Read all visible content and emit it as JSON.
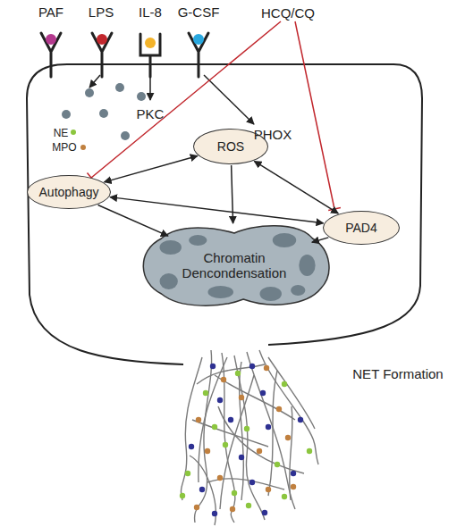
{
  "diagram": {
    "nodes": [
      {
        "text": [
          "Autophagy"
        ]
      },
      {
        "text": [
          "ROS"
        ]
      },
      {
        "text": [
          "PAD4"
        ]
      },
      {
        "text": [
          "Chromatin Dencondensation"
        ]
      }
    ],
    "edges": [
      {
        "from": 0,
        "to": 1,
        "arrow": "both"
      },
      {
        "from": 0,
        "to": 2,
        "arrow": "both"
      },
      {
        "from": 1,
        "to": 2,
        "arrow": "both"
      },
      {
        "from": 0,
        "to": 3,
        "arrow": "to"
      },
      {
        "from": 1,
        "to": 3,
        "arrow": "to"
      },
      {
        "from": 2,
        "to": 3,
        "arrow": "to"
      }
    ],
    "labels": [
      "PAF",
      "LPS",
      "IL-8",
      "G-CSF",
      "HCQ/CQ",
      "PKC",
      "PHOX",
      "NE",
      "MPO",
      "NET Formation"
    ]
  }
}
